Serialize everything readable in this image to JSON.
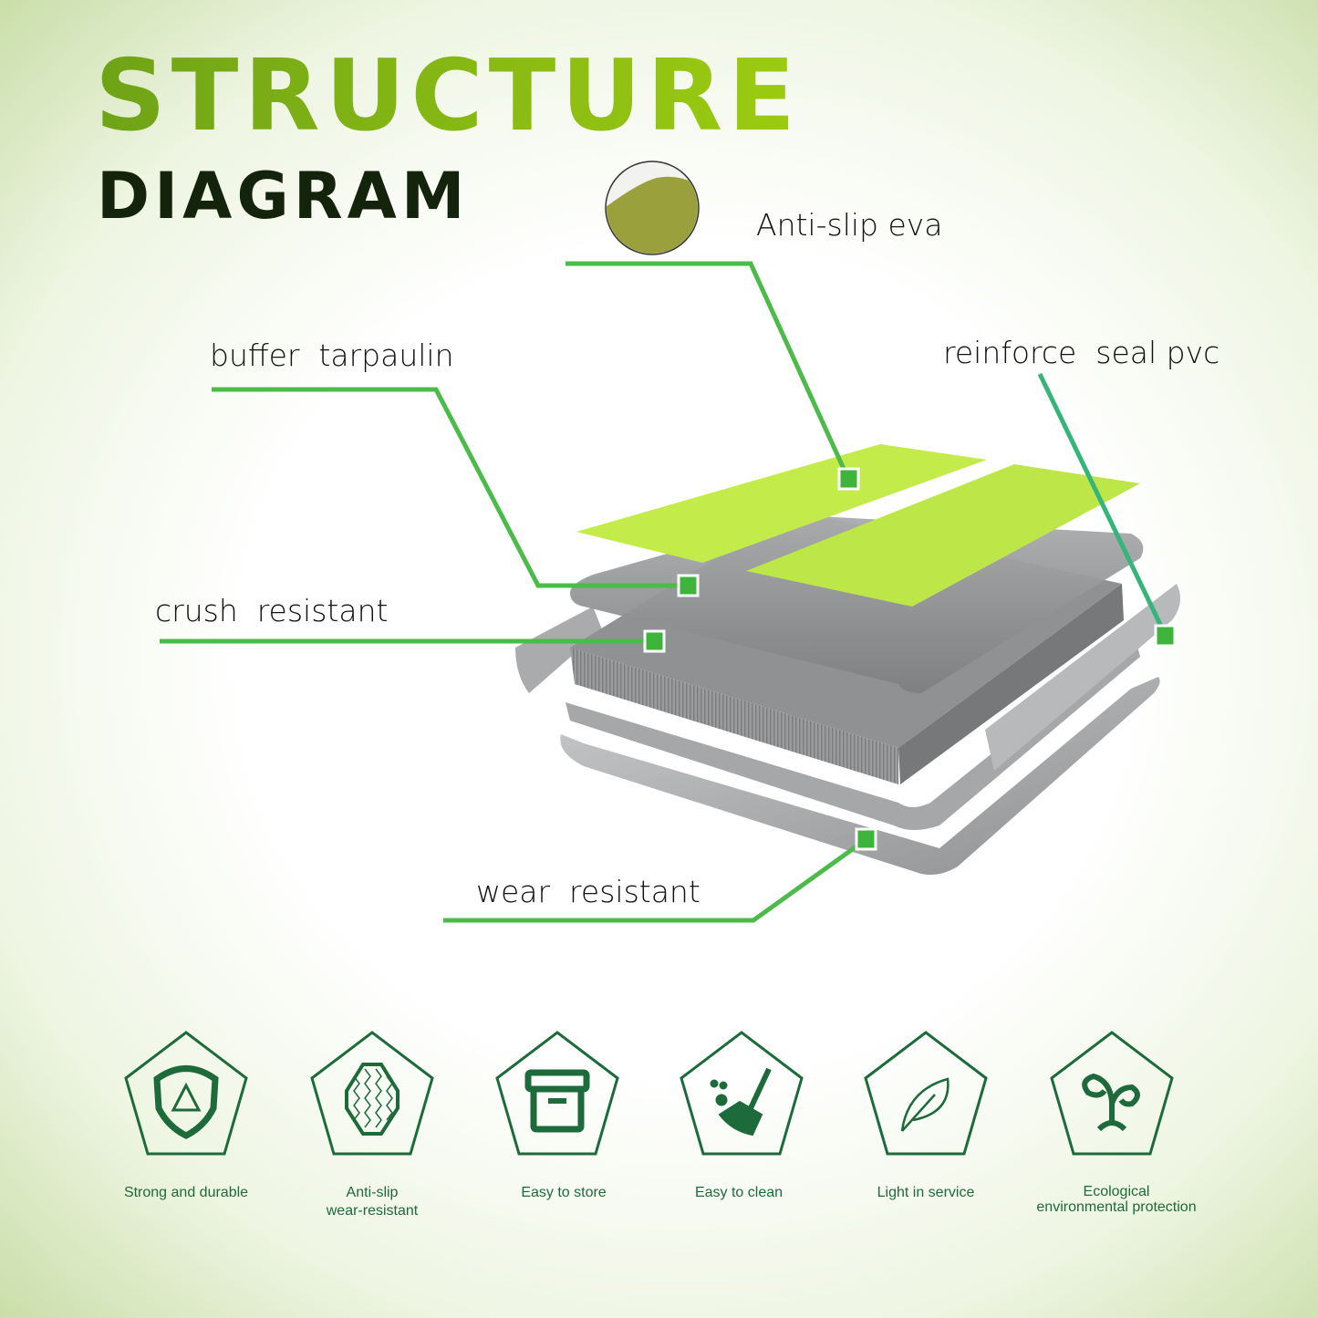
{
  "header": {
    "title_line1": "STRUCTURE",
    "title_line2": "DIAGRAM"
  },
  "layers": [
    {
      "label": "Anti-slip eva"
    },
    {
      "label": "buffer  tarpaulin"
    },
    {
      "label": "reinforce  seal pvc"
    },
    {
      "label": "crush  resistant"
    },
    {
      "label": "wear  resistant"
    }
  ],
  "features": [
    {
      "icon": "shield-icon",
      "lines": [
        "Strong and durable"
      ]
    },
    {
      "icon": "hexagon-texture-icon",
      "lines": [
        "Anti-slip",
        "wear-resistant"
      ]
    },
    {
      "icon": "storage-box-icon",
      "lines": [
        "Easy to store"
      ]
    },
    {
      "icon": "broom-icon",
      "lines": [
        "Easy to clean"
      ]
    },
    {
      "icon": "feather-icon",
      "lines": [
        "Light in service"
      ]
    },
    {
      "icon": "sprout-icon",
      "lines": [
        "Ecological",
        "environmental protection"
      ]
    }
  ],
  "colors": {
    "accent": "#86b80f",
    "leader": "#4cbb4a",
    "icon": "#1d6a3b",
    "eva": "#c3ec4a"
  }
}
